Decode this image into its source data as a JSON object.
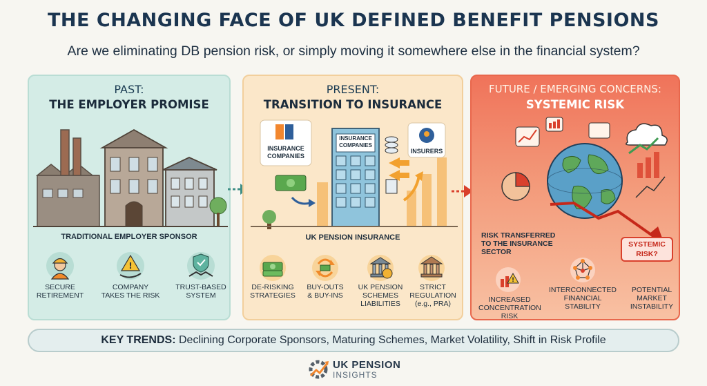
{
  "header": {
    "title": "THE CHANGING FACE OF UK DEFINED BENEFIT PENSIONS",
    "subtitle": "Are we eliminating DB pension risk, or simply moving it somewhere else in the financial system?"
  },
  "past": {
    "label": "PAST:",
    "title": "THE EMPLOYER PROMISE",
    "caption": "TRADITIONAL EMPLOYER SPONSOR",
    "icons": [
      {
        "icon": "worker-hardhat-icon",
        "label_line1": "SECURE",
        "label_line2": "RETIREMENT"
      },
      {
        "icon": "warning-hand-icon",
        "label_line1": "COMPANY",
        "label_line2": "TAKES THE RISK"
      },
      {
        "icon": "shield-handshake-icon",
        "label_line1": "TRUST-BASED",
        "label_line2": "SYSTEM"
      }
    ]
  },
  "present": {
    "label": "PRESENT:",
    "title": "TRANSITION TO INSURANCE",
    "logo_left_line1": "INSURANCE",
    "logo_left_line2": "COMPANIES",
    "building_line1": "INSURANCE",
    "building_line2": "COMPANIES",
    "logo_right": "INSURERS",
    "caption": "UK PENSION INSURANCE",
    "icons": [
      {
        "icon": "money-stack-icon",
        "label_line1": "DE-RISKING",
        "label_line2": "STRATEGIES",
        "label_line3": ""
      },
      {
        "icon": "cycle-money-icon",
        "label_line1": "BUY-OUTS",
        "label_line2": "& BUY-INS",
        "label_line3": ""
      },
      {
        "icon": "bank-pound-icon",
        "label_line1": "UK PENSION",
        "label_line2": "SCHEMES",
        "label_line3": "LIABILITIES"
      },
      {
        "icon": "bank-icon",
        "label_line1": "STRICT",
        "label_line2": "REGULATION",
        "label_line3": "(e.g., PRA)"
      }
    ]
  },
  "future": {
    "label": "FUTURE / EMERGING CONCERNS:",
    "title": "SYSTEMIC RISK",
    "caption_line1": "RISK TRANSFERRED",
    "caption_line2": "TO THE INSURANCE",
    "caption_line3": "SECTOR",
    "tag_line1": "SYSTEMIC",
    "tag_line2": "RISK?",
    "icons": [
      {
        "icon": "warning-chart-icon",
        "label_line1": "INCREASED",
        "label_line2": "CONCENTRATION",
        "label_line3": "RISK"
      },
      {
        "icon": "network-icon",
        "label_line1": "INTERCONNECTED",
        "label_line2": "FINANCIAL",
        "label_line3": "STABILITY"
      },
      {
        "icon": "falling-arrow-icon",
        "label_line1": "POTENTIAL",
        "label_line2": "MARKET",
        "label_line3": "INSTABILITY"
      }
    ]
  },
  "trends": {
    "label": "KEY TRENDS:",
    "text": " Declining Corporate Sponsors, Maturing Schemes, Market Volatility, Shift in Risk Profile"
  },
  "logo": {
    "name": "UK PENSION",
    "sub": "INSIGHTS"
  },
  "colors": {
    "past_bg": "#d4ece6",
    "present_bg": "#fbe7c9",
    "future_bg": "#f0735a",
    "accent_red": "#d9402c",
    "navy": "#1b3550"
  }
}
